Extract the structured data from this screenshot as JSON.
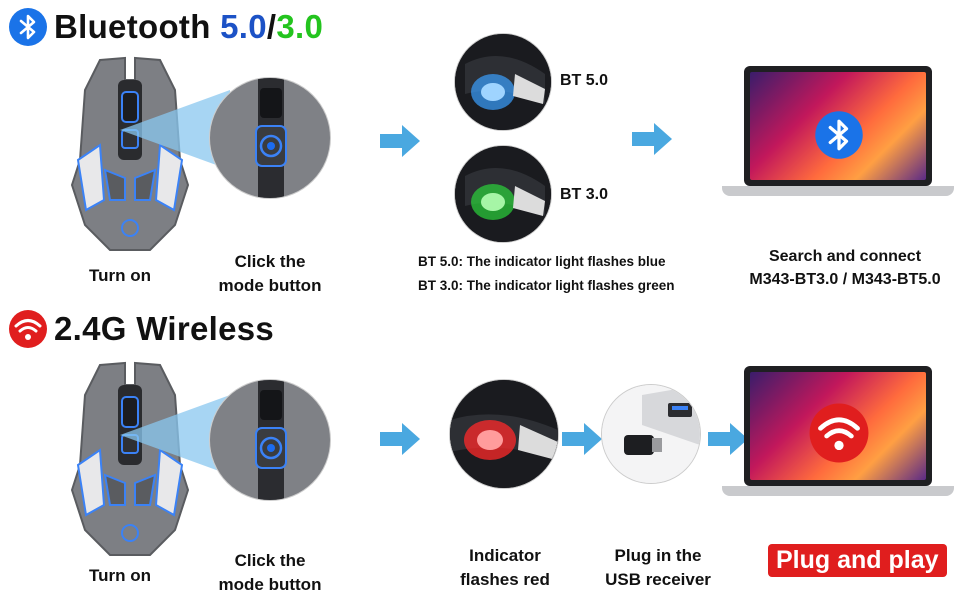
{
  "bluetooth": {
    "title_prefix": "Bluetooth ",
    "title_v5": "5.0",
    "title_slash": "/",
    "title_v3": "3.0",
    "step1_label": "Turn on",
    "step2_label_line1": "Click the",
    "step2_label_line2": "mode button",
    "bt5_label": "BT 5.0",
    "bt3_label": "BT 3.0",
    "note_blue": "BT 5.0: The indicator light flashes blue",
    "note_green": "BT 3.0: The indicator light flashes green",
    "connect_line1": "Search and connect",
    "connect_line2": "M343-BT3.0 / M343-BT5.0"
  },
  "wireless": {
    "title": "2.4G Wireless",
    "step1_label": "Turn on",
    "step2_label_line1": "Click the",
    "step2_label_line2": "mode button",
    "indicator_line1": "Indicator",
    "indicator_line2": "flashes red",
    "usb_line1": "Plug in the",
    "usb_line2": "USB receiver",
    "plug_play": "Plug and play"
  },
  "colors": {
    "bluetooth_blue": "#1a73e8",
    "bt5_blue": "#1c52c6",
    "bt3_green": "#23c41e",
    "wireless_red": "#e01e1e",
    "arrow_blue": "#4aa8e0"
  },
  "icons": {
    "bluetooth": "bluetooth-icon",
    "wifi": "wifi-icon",
    "arrow": "arrow-right-icon"
  }
}
